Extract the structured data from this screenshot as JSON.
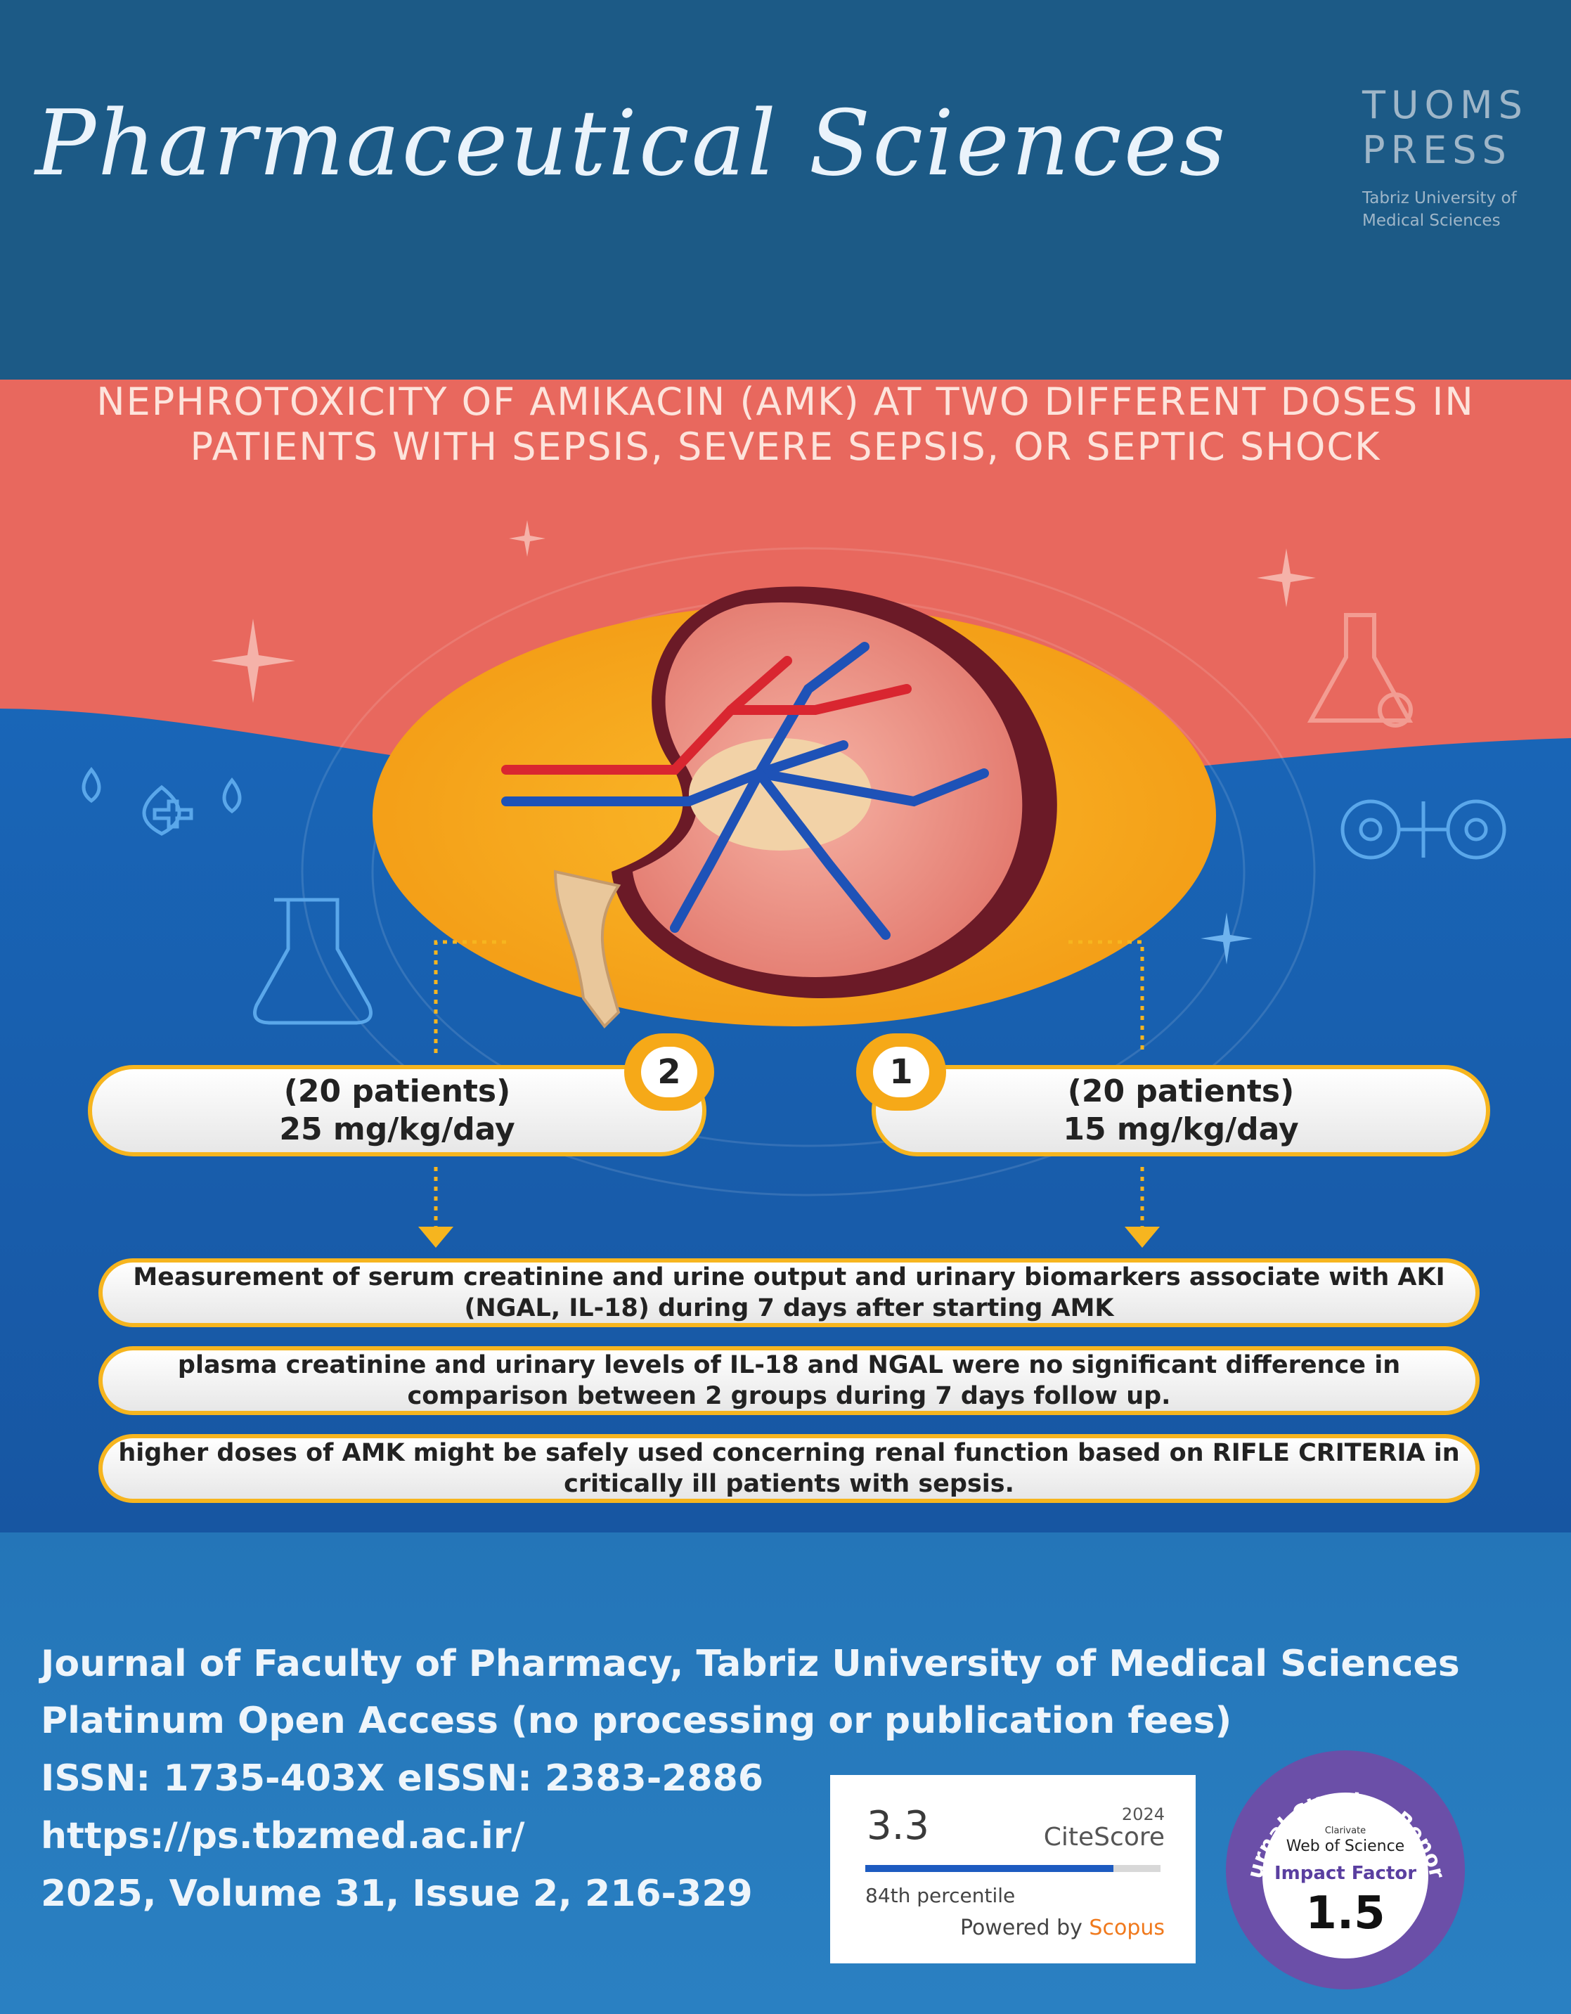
{
  "header": {
    "journal_title": "Pharmaceutical Sciences",
    "publisher": {
      "line1": "TUOMS",
      "line2": "PRESS",
      "line3": "Tabriz University of",
      "line4": "Medical Sciences"
    }
  },
  "infographic": {
    "title": "NEPHROTOXICITY OF AMIKACIN (AMK) AT TWO DIFFERENT DOSES IN PATIENTS WITH SEPSIS, SEVERE SEPSIS, OR SEPTIC SHOCK",
    "group_left": {
      "number": "2",
      "patients": "(20 patients)",
      "dose": "25 mg/kg/day"
    },
    "group_right": {
      "number": "1",
      "patients": "(20 patients)",
      "dose": "15 mg/kg/day"
    },
    "findings": [
      "Measurement of serum creatinine and urine output and urinary biomarkers associate with AKI (NGAL, IL-18) during 7 days after starting AMK",
      "plasma creatinine  and urinary levels of IL-18 and NGAL were no significant difference in comparison between 2 groups during 7 days follow up.",
      "higher doses of AMK might be safely used concerning renal function based on RIFLE CRITERIA in critically ill patients with sepsis."
    ],
    "colors": {
      "salmon": "#e8685e",
      "blue": "#1c64b0",
      "gold": "#f6b51f"
    }
  },
  "footer": {
    "lines": [
      "Journal of Faculty of Pharmacy, Tabriz University of Medical Sciences",
      "Platinum Open Access (no processing or publication fees)",
      "ISSN: 1735-403X    eISSN: 2383-2886",
      "https://ps.tbzmed.ac.ir/",
      "2025, Volume 31, Issue 2, 216-329"
    ],
    "citescore": {
      "value": "3.3",
      "year": "2024",
      "label": "CiteScore",
      "percentile_text": "84th percentile",
      "percentile_value": 0.84,
      "powered_by": "Powered by",
      "brand": "Scopus"
    },
    "jcr": {
      "arc_text": "Journal Citation Reports",
      "provider_small": "Clarivate",
      "provider": "Web of Science",
      "metric_label": "Impact Factor",
      "impact_factor": "1.5"
    }
  }
}
